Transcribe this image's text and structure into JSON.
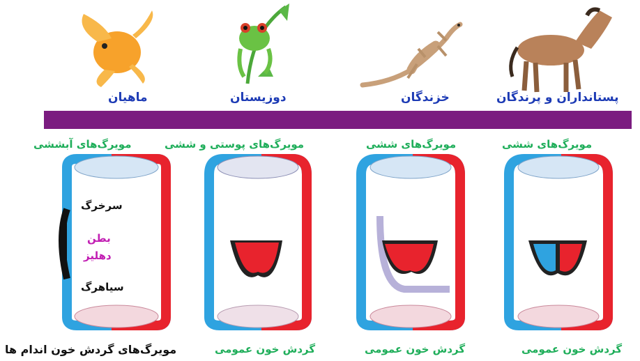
{
  "animals": {
    "fish": "ماهیان",
    "amphibians": "دوزیستان",
    "reptiles": "خزندگان",
    "mammals_birds": "پستانداران و پرندگان"
  },
  "top_labels": {
    "fish": "مویرگ‌های آبششی",
    "amphibians": "مویرگ‌های پوستی و ششی",
    "reptiles": "مویرگ‌های ششی",
    "mammals_birds": "مویرگ‌های ششی"
  },
  "bottom_labels": {
    "fish": "مویرگ‌های گردش خون اندام ها",
    "amphibians": "گردش خون عمومی",
    "reptiles": "گردش خون عمومی",
    "mammals_birds": "گردش خون عمومی"
  },
  "fish_parts": {
    "artery": "سرخرگ",
    "ventricle": "بطن",
    "atrium": "دهلیز",
    "vein": "سیاهرگ"
  },
  "colors": {
    "oxygenated": "#e8232d",
    "deoxygenated": "#2fa3e0",
    "mixed": "#b7b1d9",
    "band": "#7b1c80",
    "title_blue": "#1d3bb5",
    "label_green": "#1fae5a",
    "label_pink": "#c21fb3"
  },
  "icons": [
    "goldfish-icon",
    "frog-icon",
    "lizard-icon",
    "horse-icon"
  ]
}
